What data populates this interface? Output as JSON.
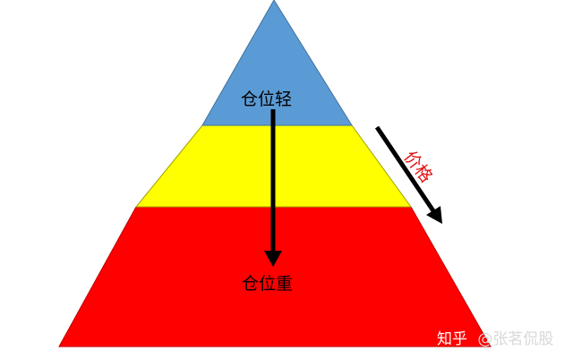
{
  "diagram": {
    "type": "pyramid",
    "tiers": [
      {
        "position": "top",
        "label": "仓位轻",
        "color": "#5b9bd5"
      },
      {
        "position": "middle",
        "label": "",
        "color": "#ffff00"
      },
      {
        "position": "bottom",
        "label": "仓位重",
        "color": "#ff0000"
      }
    ],
    "arrows": [
      {
        "name": "position-arrow",
        "direction": "down",
        "from": "仓位轻",
        "to": "仓位重"
      },
      {
        "name": "price-arrow",
        "direction": "down-right",
        "label": "价格"
      }
    ],
    "labels": {
      "top": "仓位轻",
      "bottom": "仓位重",
      "price": "价格"
    },
    "colors": {
      "blue": "#5b9bd5",
      "yellow": "#ffff00",
      "red": "#ff0000",
      "price_text": "#e01010"
    }
  },
  "watermark": {
    "brand": "知乎",
    "author": "@张茗侃股"
  }
}
